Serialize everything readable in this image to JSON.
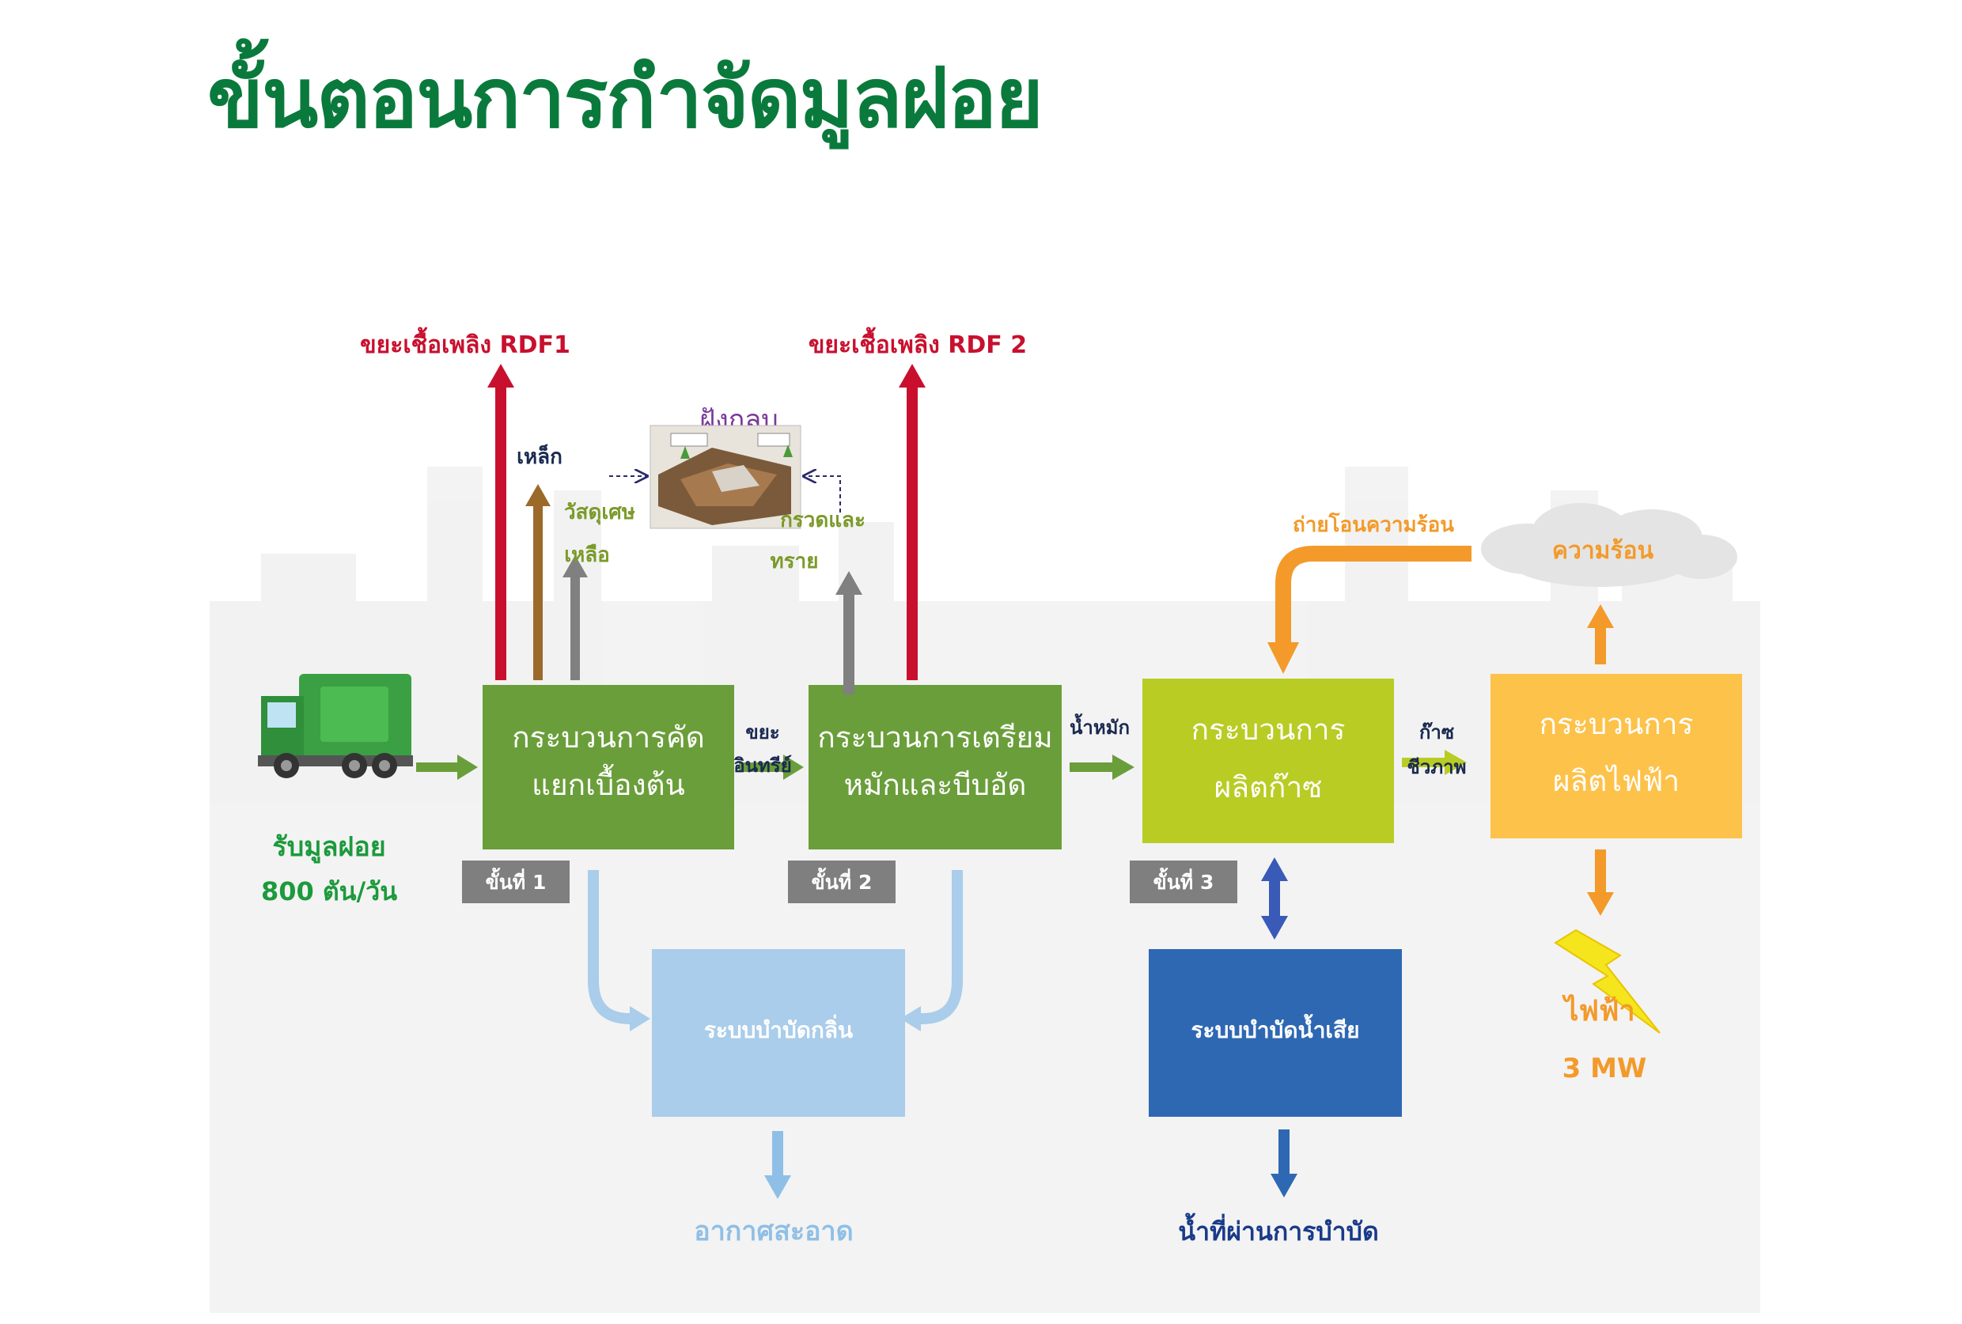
{
  "title": "ขั้นตอนการกำจัดมูลฝอย",
  "colors": {
    "title": "#0a7a3c",
    "rdf": "#c8102e",
    "process_green": "#6a9e3a",
    "process_lime": "#b8cc24",
    "process_orange": "#fdc24a",
    "odor_box": "#a9cdea",
    "wastewater_box": "#2e68b3",
    "heat_arrow": "#f39a2a",
    "step_tag": "#7f7f7f"
  },
  "intake": {
    "label": "รับมูลฝอย",
    "amount": "800 ตัน/วัน"
  },
  "process1": {
    "line1": "กระบวนการคัด",
    "line2": "แยกเบื้องต้น",
    "step": "ขั้นที่ 1"
  },
  "process2": {
    "line1": "กระบวนการเตรียม",
    "line2": "หมักและบีบอัด",
    "step": "ขั้นที่ 2"
  },
  "process3": {
    "line1": "กระบวนการ",
    "line2": "ผลิตก๊าซ",
    "step": "ขั้นที่ 3"
  },
  "process4": {
    "line1": "กระบวนการ",
    "line2": "ผลิตไฟฟ้า"
  },
  "outputs": {
    "rdf1": "ขยะเชื้อเพลิง RDF1",
    "rdf2": "ขยะเชื้อเพลิง RDF 2",
    "iron": "เหล็ก",
    "residue_line1": "วัสดุเศษ",
    "residue_line2": "เหลือ",
    "sand_line1": "กรวดและ",
    "sand_line2": "ทราย",
    "landfill": "ฝังกลบ",
    "organic_line1": "ขยะ",
    "organic_line2": "อินทรีย์",
    "compost": "น้ำหมัก",
    "biogas_line1": "ก๊าซ",
    "biogas_line2": "ชีวภาพ",
    "heat": "ความร้อน",
    "heat_transfer": "ถ่ายโอนความร้อน",
    "electricity": "ไฟฟ้า",
    "power": "3 MW",
    "odor_system": "ระบบบำบัดกลิ่น",
    "clean_air": "อากาศสะอาด",
    "wastewater_system": "ระบบบำบัดน้ำเสีย",
    "treated_water": "น้ำที่ผ่านการบำบัด"
  }
}
